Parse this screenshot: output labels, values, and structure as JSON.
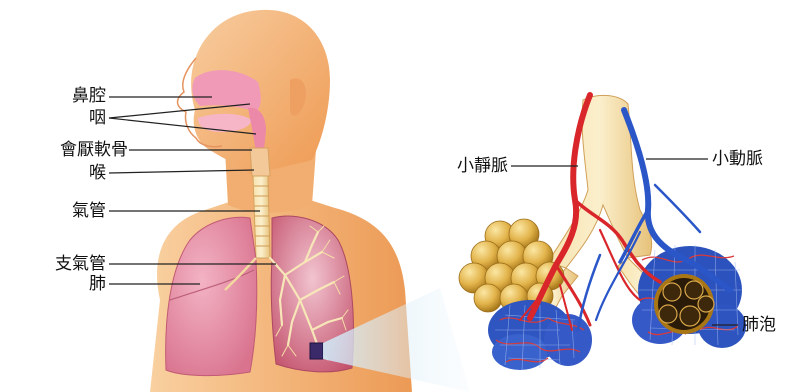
{
  "labels": {
    "nasal_cavity": "鼻腔",
    "pharynx": "咽",
    "epiglottis": "會厭軟骨",
    "larynx": "喉",
    "trachea": "氣管",
    "bronchus": "支氣管",
    "lung": "肺",
    "venule": "小靜脈",
    "arteriole": "小動脈",
    "alveolus": "肺泡"
  },
  "colors": {
    "skin_light": "#f6c48e",
    "skin": "#f0a060",
    "skin_dark": "#e88a3c",
    "lung_pink": "#e98fa6",
    "lung_dark": "#c5566f",
    "airway": "#f4d89a",
    "vein_red": "#d8262a",
    "artery_blue": "#2a56c8",
    "alveoli_gold": "#e2b34a",
    "leader_line": "#222222"
  }
}
